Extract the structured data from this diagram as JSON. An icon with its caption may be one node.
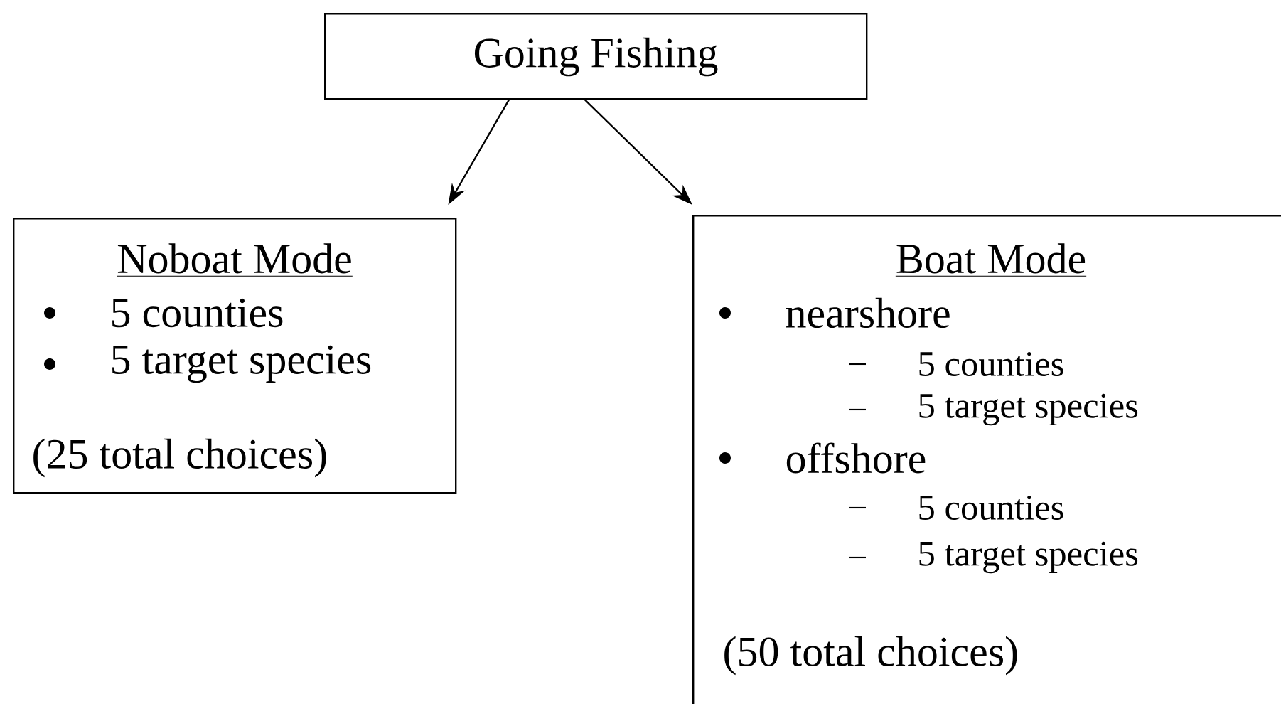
{
  "diagram": {
    "nodes": [
      {
        "text": [
          "Going Fishing"
        ]
      },
      {
        "text": [
          "Noboat Mode",
          "5 counties",
          "5 target species",
          "(25 total choices)"
        ]
      },
      {
        "text": [
          "Boat Mode",
          "nearshore",
          "5 counties",
          "5 target species",
          "offshore",
          "5 counties",
          "5 target species",
          "(50 total choices)"
        ]
      }
    ],
    "edges": [
      {
        "from": 0,
        "to": 1,
        "arrow": "to"
      },
      {
        "from": 0,
        "to": 2,
        "arrow": "to"
      }
    ]
  }
}
